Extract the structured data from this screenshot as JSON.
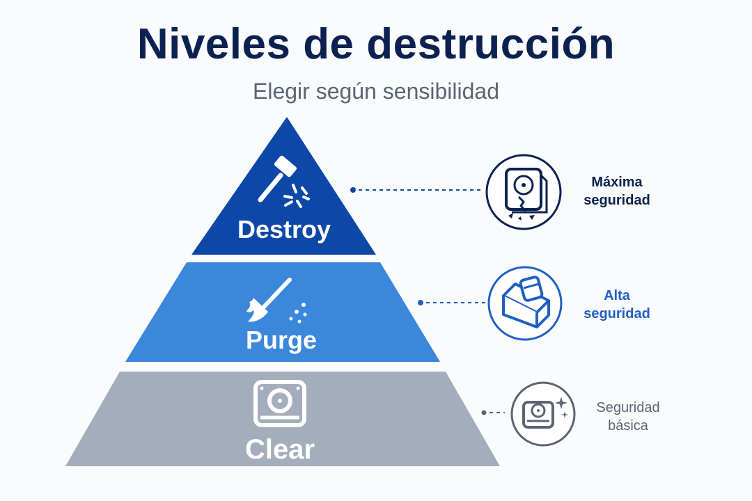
{
  "header": {
    "title": "Niveles de destrucción",
    "subtitle": "Elegir según sensibilidad"
  },
  "levels": [
    {
      "name": "Destroy",
      "color": "#0d47a8",
      "icon": "hammer-icon",
      "security_line1": "Máxima",
      "security_line2": "seguridad",
      "security_color": "#0b2150",
      "badge_icon": "broken-disk-icon"
    },
    {
      "name": "Purge",
      "color": "#3a87dc",
      "icon": "broom-icon",
      "security_line1": "Alta",
      "security_line2": "seguridad",
      "security_color": "#1f5fc4",
      "badge_icon": "erased-disk-icon"
    },
    {
      "name": "Clear",
      "color": "#a3adbb",
      "icon": "disk-icon",
      "security_line1": "Seguridad",
      "security_line2": "básica",
      "security_color": "#5a6474",
      "badge_icon": "sparkle-disk-icon"
    }
  ]
}
